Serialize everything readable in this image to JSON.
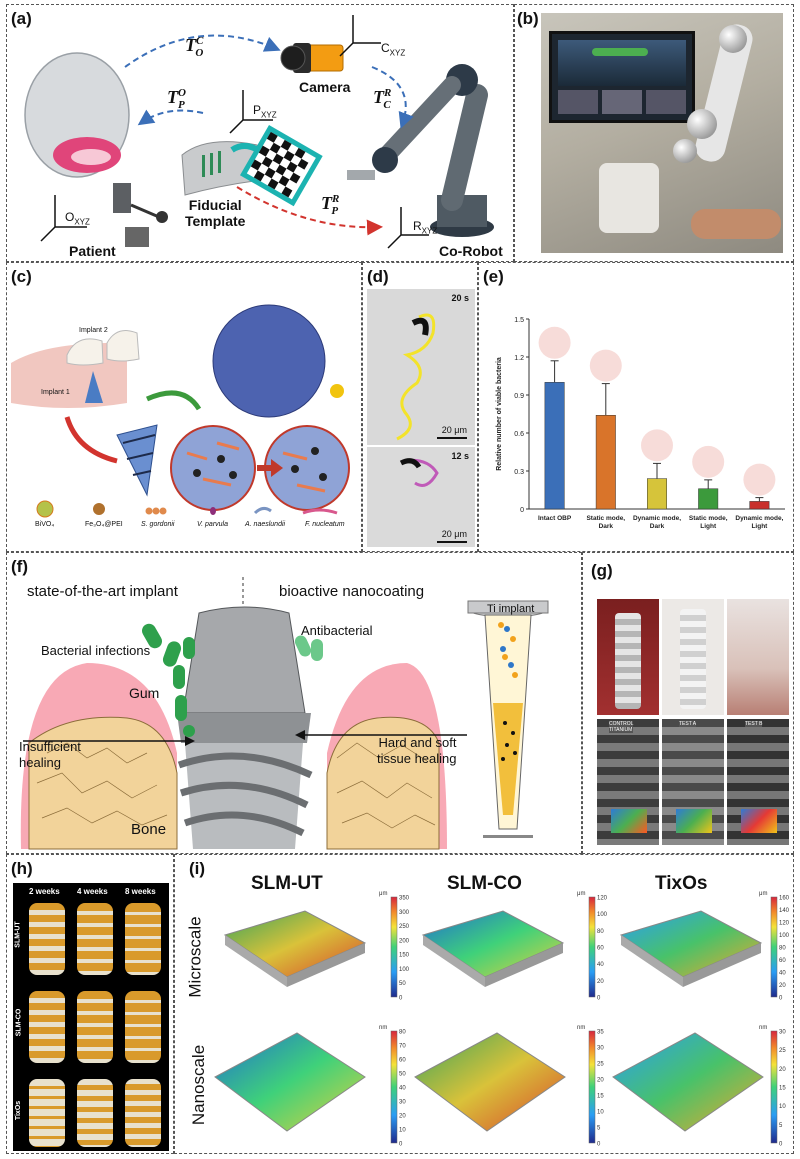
{
  "panels": {
    "a": {
      "label": "(a)",
      "camera": "Camera",
      "camera_frame": "C",
      "camera_frame_sub": "XYZ",
      "patient": "Patient",
      "patient_frame": "O",
      "patient_frame_sub": "XYZ",
      "fiducial": "Fiducial\nTemplate",
      "fiducial_frame": "P",
      "fiducial_frame_sub": "XYZ",
      "robot": "Co-Robot",
      "robot_frame": "R",
      "robot_frame_sub": "XYZ",
      "t_oc": "T",
      "t_oc_sup": "C",
      "t_oc_sub": "O",
      "t_po": "T",
      "t_po_sup": "O",
      "t_po_sub": "P",
      "t_cr": "T",
      "t_cr_sup": "R",
      "t_cr_sub": "C",
      "t_pr": "T",
      "t_pr_sup": "R",
      "t_pr_sub": "P"
    },
    "b": {
      "label": "(b)"
    },
    "c": {
      "label": "(c)",
      "implant2": "Implant 2",
      "implant1": "Implant 1",
      "legend": [
        "BiVO₄",
        "Fe₃O₄@PEI",
        "S. gordonii",
        "V. parvula",
        "A. naeslundii",
        "F. nucleatum"
      ]
    },
    "d": {
      "label": "(d)",
      "top_time": "20 s",
      "top_scale": "20 μm",
      "bottom_time": "12 s",
      "bottom_scale": "20 μm"
    },
    "e": {
      "label": "(e)"
    },
    "f": {
      "label": "(f)",
      "left_title": "state-of-the-art implant",
      "right_title": "bioactive nanocoating",
      "bacterial": "Bacterial infections",
      "antibacterial": "Antibacterial",
      "gum": "Gum",
      "bone": "Bone",
      "insufficient": "Insufficient\nhealing",
      "hard_soft": "Hard and soft\ntissue healing",
      "ti_implant": "Ti implant"
    },
    "g": {
      "label": "(g)",
      "tags": [
        "CONTROL\nTITANIUM",
        "TEST A",
        "TEST B"
      ]
    },
    "h": {
      "label": "(h)",
      "cols": [
        "2 weeks",
        "4 weeks",
        "8 weeks"
      ],
      "rows": [
        "SLM-UT",
        "SLM-CO",
        "TixOs"
      ]
    },
    "i": {
      "label": "(i)",
      "titles": [
        "SLM-UT",
        "SLM-CO",
        "TixOs"
      ],
      "row_labels": [
        "Microscale",
        "Nanoscale"
      ],
      "micro_units": [
        "μm",
        "μm",
        "μm"
      ],
      "micro_ticks": [
        [
          "350",
          "300",
          "250",
          "200",
          "150",
          "100",
          "50",
          "0"
        ],
        [
          "120",
          "100",
          "80",
          "60",
          "40",
          "20",
          "0"
        ],
        [
          "160",
          "140",
          "120",
          "100",
          "80",
          "60",
          "40",
          "20",
          "0"
        ]
      ],
      "nano_units": [
        "nm",
        "nm",
        "nm"
      ],
      "nano_ticks": [
        [
          "80",
          "70",
          "60",
          "50",
          "40",
          "30",
          "20",
          "10",
          "0"
        ],
        [
          "35",
          "30",
          "25",
          "20",
          "15",
          "10",
          "5",
          "0"
        ],
        [
          "30",
          "25",
          "20",
          "15",
          "10",
          "5",
          "0"
        ]
      ]
    }
  },
  "chart_data": {
    "type": "bar",
    "title": "",
    "xlabel": "",
    "ylabel": "Relative number of viable bacteria",
    "ylim": [
      0,
      1.5
    ],
    "yticks": [
      "0",
      "0.3",
      "0.6",
      "0.9",
      "1.2",
      "1.5"
    ],
    "categories": [
      "Intact OBP",
      "Static mode,\nDark",
      "Dynamic mode,\nDark",
      "Static mode,\nLight",
      "Dynamic mode,\nLight"
    ],
    "values": [
      1.0,
      0.74,
      0.24,
      0.16,
      0.06
    ],
    "errors": [
      0.17,
      0.25,
      0.12,
      0.07,
      0.03
    ],
    "colors": [
      "#3b6fb8",
      "#d9742a",
      "#d6c43a",
      "#3c9a3c",
      "#c9302c"
    ]
  }
}
